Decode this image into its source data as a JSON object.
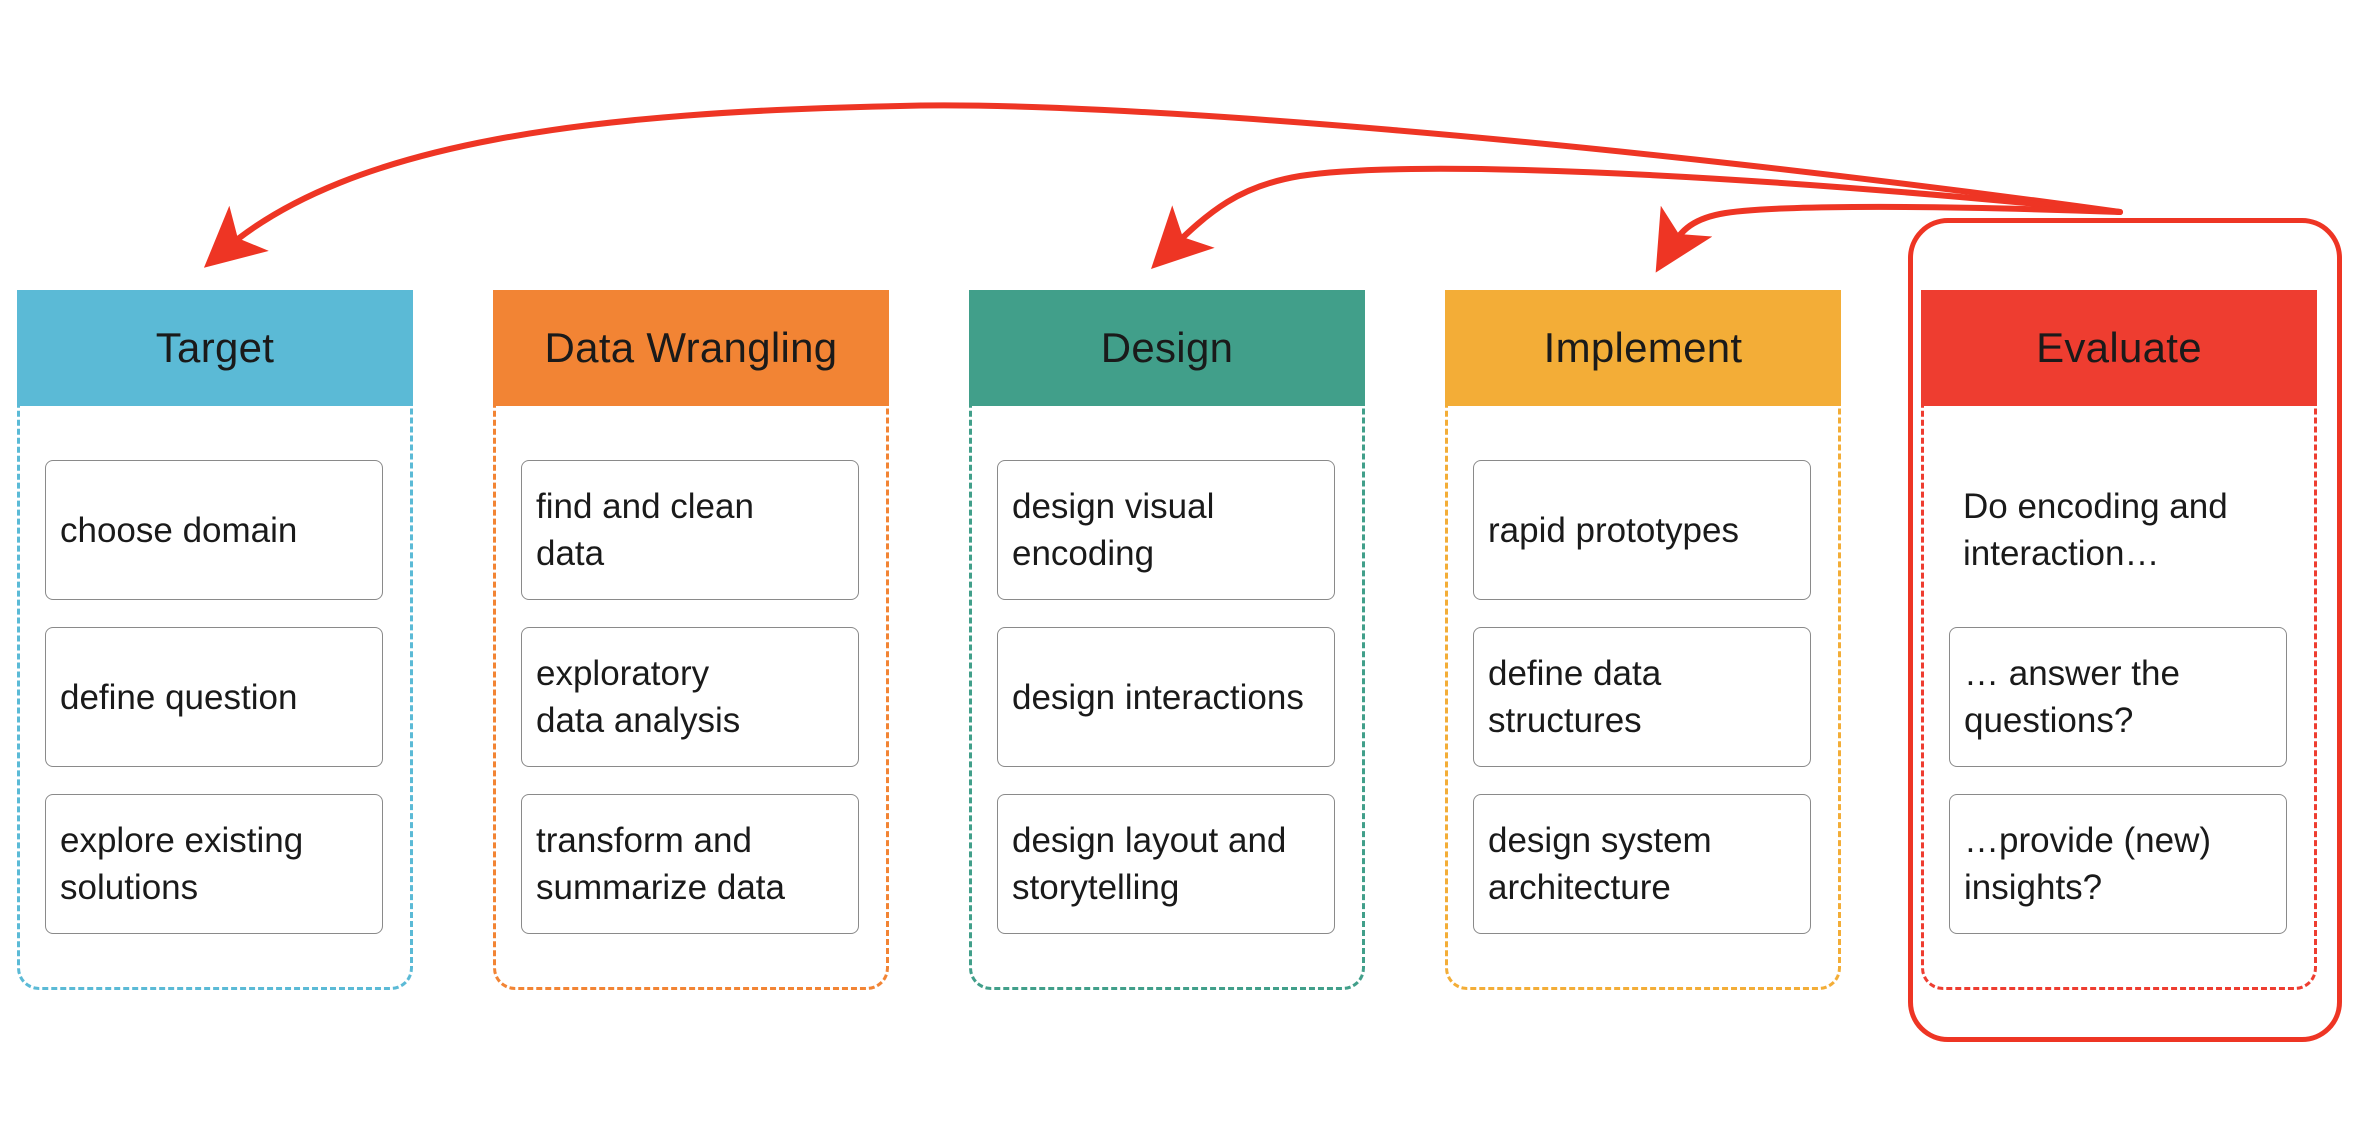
{
  "colors": {
    "target": "#5bbad6",
    "data_wrangling": "#f28434",
    "design": "#419f8a",
    "implement": "#f3ad37",
    "evaluate": "#ee3d30",
    "arrow": "#ee3524"
  },
  "columns": [
    {
      "title": "Target",
      "items": [
        "choose domain",
        "define question",
        "explore existing\nsolutions"
      ]
    },
    {
      "title": "Data Wrangling",
      "items": [
        "find and clean\ndata",
        "exploratory\ndata analysis",
        "transform and\nsummarize data"
      ]
    },
    {
      "title": "Design",
      "items": [
        "design visual\nencoding",
        "design interactions",
        "design layout and\nstorytelling"
      ]
    },
    {
      "title": "Implement",
      "items": [
        "rapid prototypes",
        "define data\nstructures",
        "design system\narchitecture"
      ]
    },
    {
      "title": "Evaluate",
      "lead": "Do encoding and\ninteraction…",
      "items": [
        "… answer the\nquestions?",
        "…provide (new)\ninsights?"
      ]
    }
  ]
}
